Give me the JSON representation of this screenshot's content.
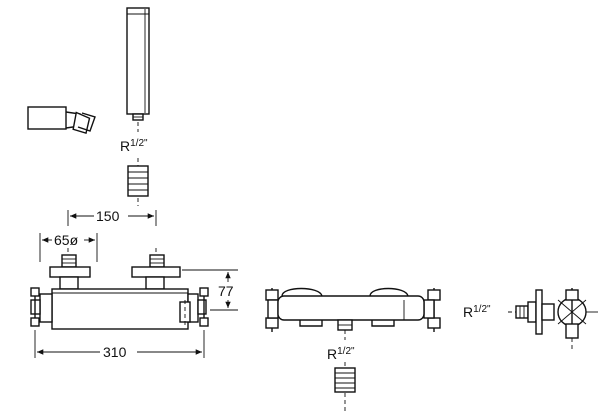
{
  "labels": {
    "handshower_thread": "R",
    "handshower_thread_frac": "1/2\"",
    "width_150": "150",
    "diam_65": "65ø",
    "height_77": "77",
    "width_310": "310",
    "outlet_thread": "R",
    "outlet_thread_frac": "1/2\"",
    "side_thread": "R",
    "side_thread_frac": "1/2\""
  }
}
